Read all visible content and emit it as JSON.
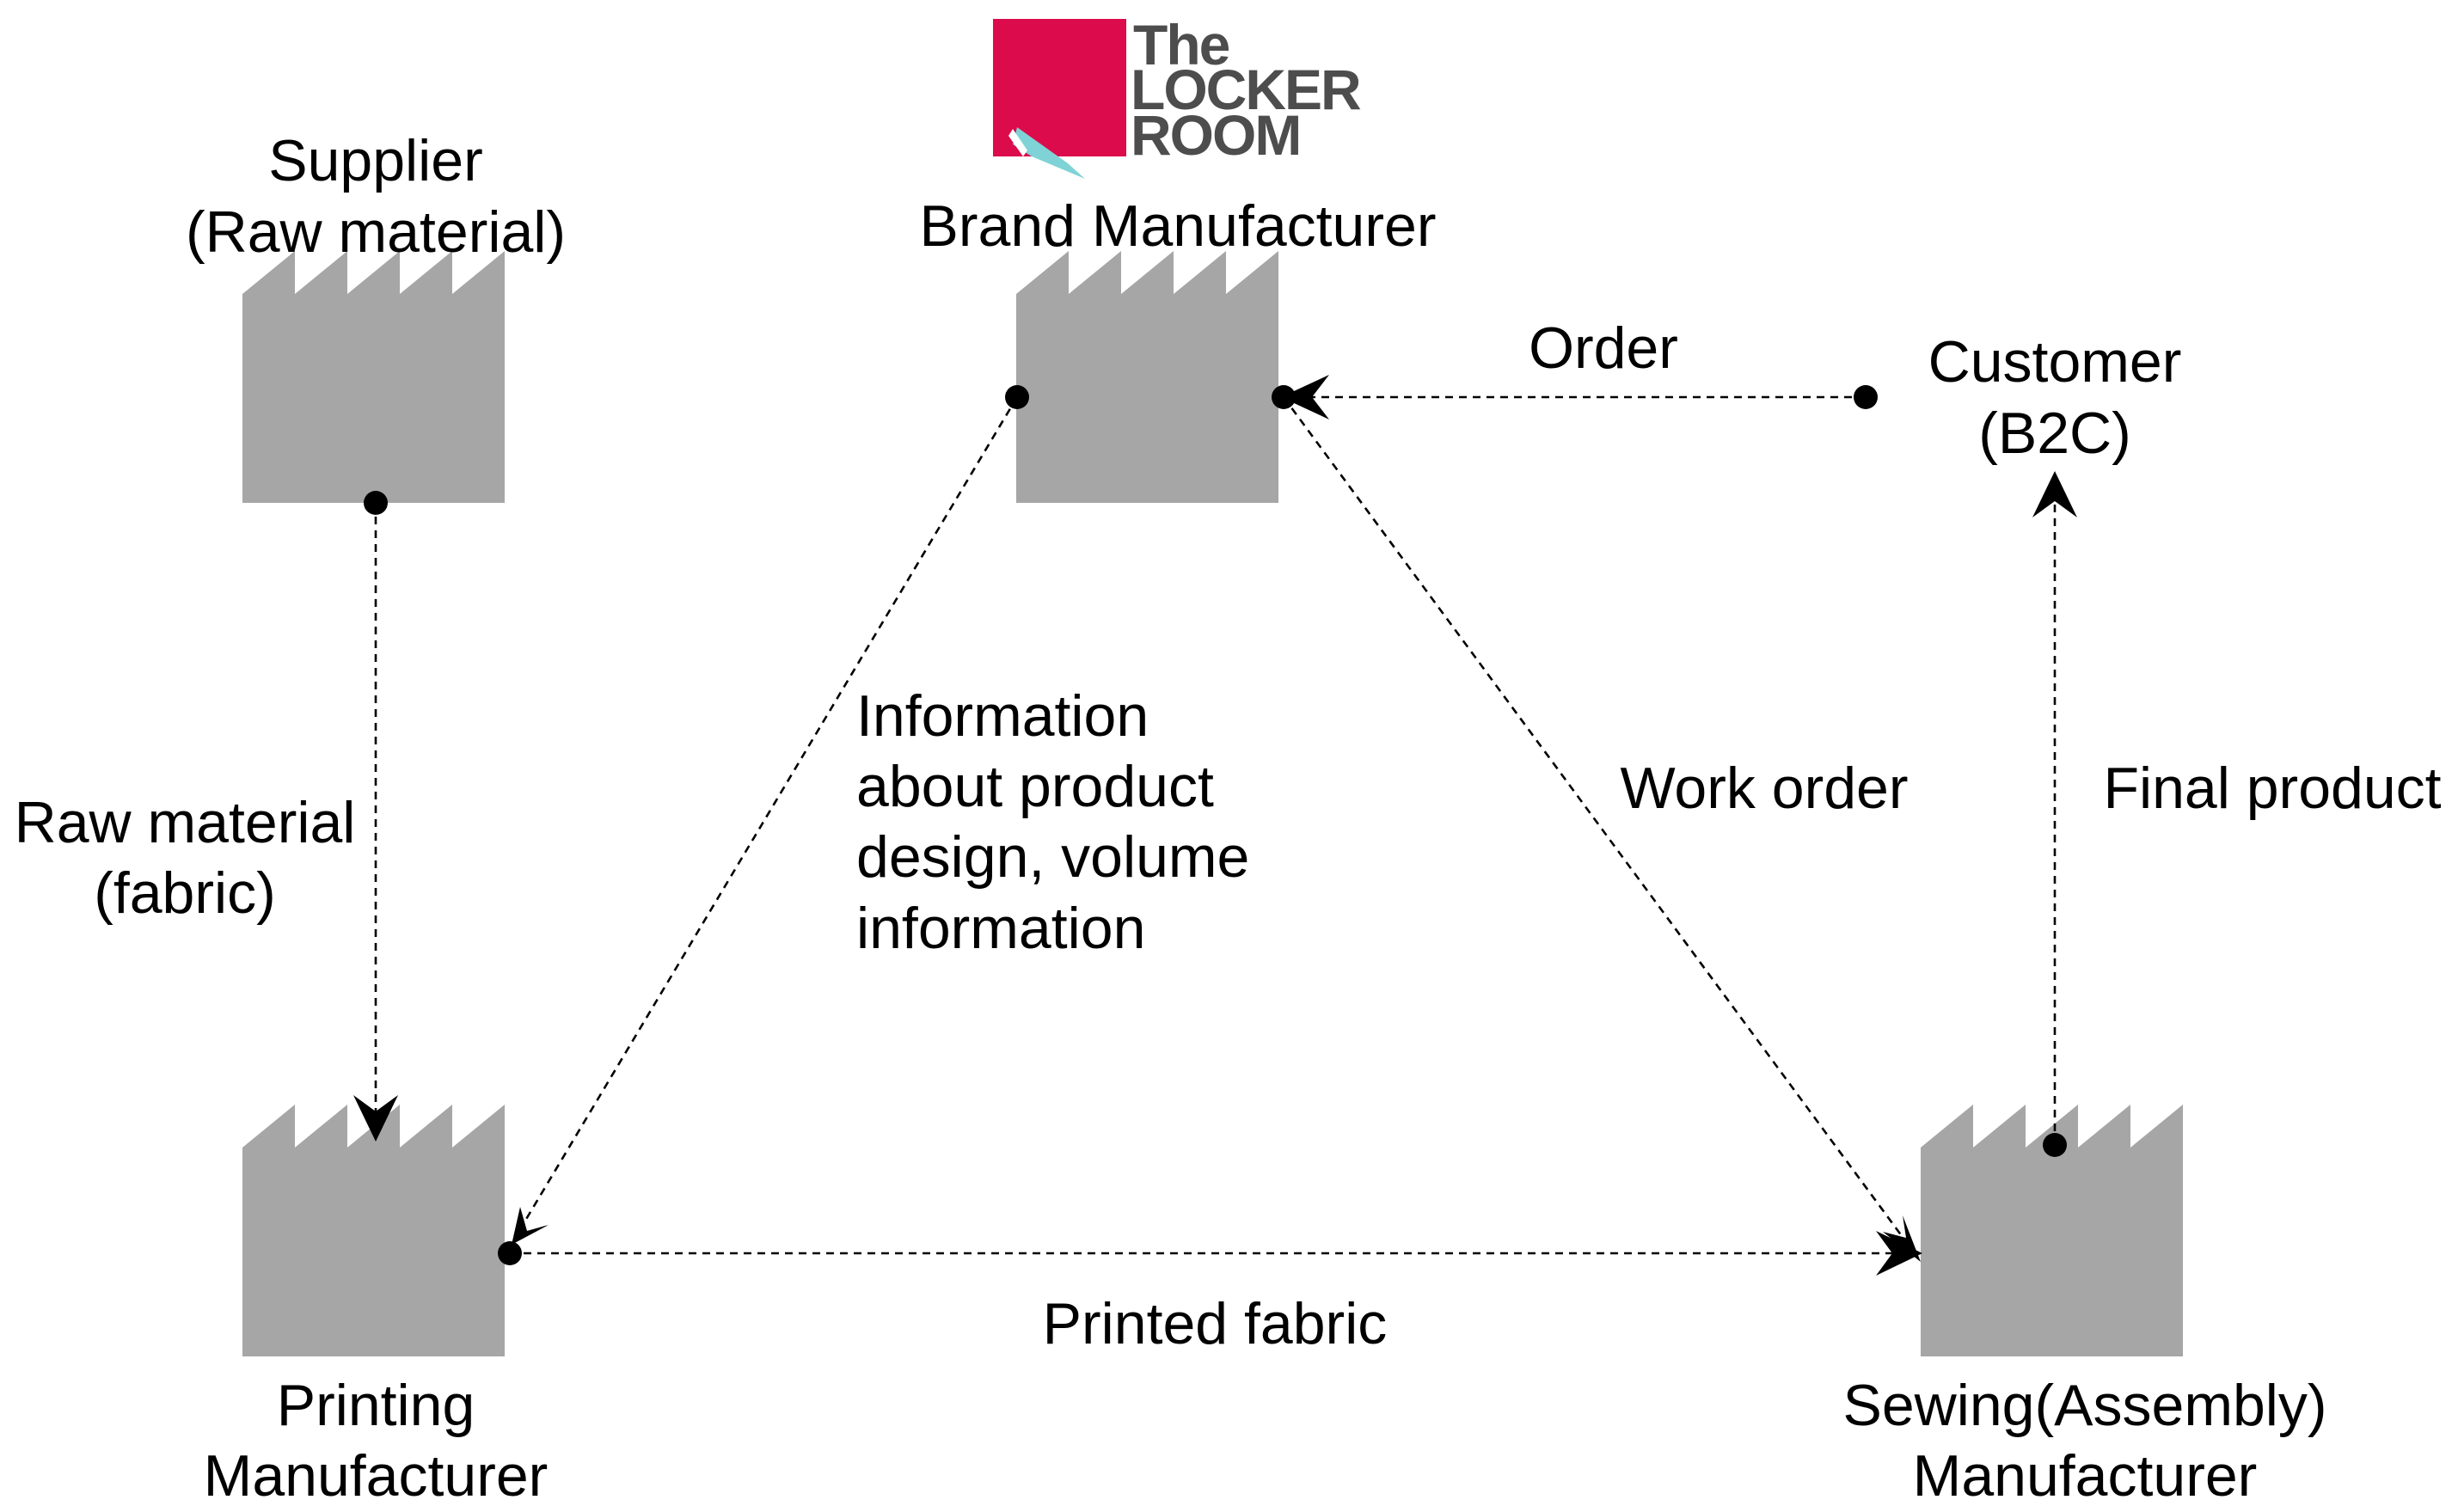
{
  "nodes": {
    "supplier": {
      "line1": "Supplier",
      "line2": "(Raw material)"
    },
    "brand": {
      "line1": "Brand Manufacturer"
    },
    "customer": {
      "line1": "Customer",
      "line2": "(B2C)"
    },
    "printing": {
      "line1": "Printing",
      "line2": "Manufacturer"
    },
    "sewing": {
      "line1": "Sewing(Assembly)",
      "line2": "Manufacturer"
    }
  },
  "edges": {
    "order": {
      "label": "Order"
    },
    "raw_material": {
      "line1": "Raw material",
      "line2": "(fabric)"
    },
    "information": {
      "line1": "Information",
      "line2": "about product",
      "line3": "design, volume",
      "line4": "information"
    },
    "work_order": {
      "label": "Work order"
    },
    "final_product": {
      "label": "Final product"
    },
    "printed_fabric": {
      "label": "Printed fabric"
    }
  },
  "logo": {
    "line1": "The",
    "line2": "LOCKER",
    "line3": "ROOM"
  },
  "colors": {
    "factory": "#a6a6a6",
    "logo_red": "#dc0b4b",
    "logo_teal": "#7fd3d6",
    "logo_text": "#4d4d4d"
  },
  "icons": {
    "factory": "factory-icon",
    "logo": "the-locker-room-logo"
  }
}
